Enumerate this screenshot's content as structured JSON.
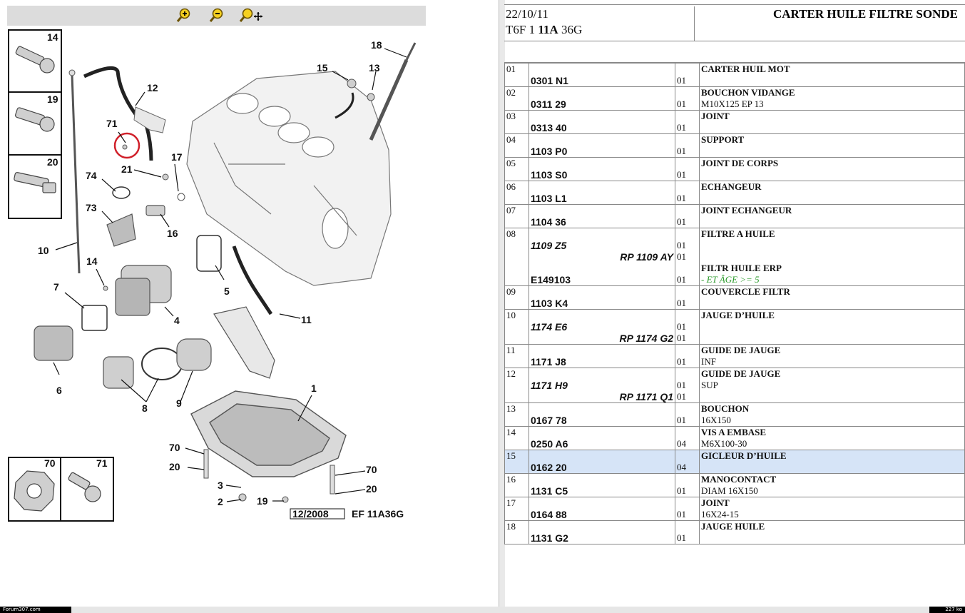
{
  "toolbar": {
    "zoom_in": "zoom-in-icon",
    "zoom_out": "zoom-out-icon",
    "zoom_move": "zoom-pan-icon"
  },
  "diagram": {
    "callouts": [
      "14",
      "19",
      "20",
      "18",
      "15",
      "13",
      "12",
      "71",
      "17",
      "21",
      "74",
      "73",
      "16",
      "10",
      "14",
      "7",
      "4",
      "5",
      "11",
      "6",
      "1",
      "8",
      "9",
      "70",
      "71",
      "70",
      "20",
      "3",
      "2",
      "19",
      "70",
      "20"
    ],
    "ref_date": "12/2008",
    "ref_code": "EF 11A36G"
  },
  "header": {
    "date": "22/10/11",
    "model_prefix": "T6F 1 ",
    "model_bold": "11A",
    "model_suffix": " 36G",
    "title": "CARTER HUILE FILTRE SONDE"
  },
  "parts": [
    {
      "num": "01",
      "alt": "",
      "rp": "",
      "ref": "0301 N1",
      "qty_alt": "",
      "qty_rp": "",
      "qty": "01",
      "desc": "CARTER HUIL MOT",
      "sub": "",
      "desc2": "",
      "green": ""
    },
    {
      "num": "02",
      "alt": "",
      "rp": "",
      "ref": "0311 29",
      "qty_alt": "",
      "qty_rp": "",
      "qty": "01",
      "desc": "BOUCHON VIDANGE",
      "sub": "M10X125 EP 13",
      "desc2": "",
      "green": ""
    },
    {
      "num": "03",
      "alt": "",
      "rp": "",
      "ref": "0313 40",
      "qty_alt": "",
      "qty_rp": "",
      "qty": "01",
      "desc": "JOINT",
      "sub": "",
      "desc2": "",
      "green": ""
    },
    {
      "num": "04",
      "alt": "",
      "rp": "",
      "ref": "1103 P0",
      "qty_alt": "",
      "qty_rp": "",
      "qty": "01",
      "desc": "SUPPORT",
      "sub": "",
      "desc2": "",
      "green": ""
    },
    {
      "num": "05",
      "alt": "",
      "rp": "",
      "ref": "1103 S0",
      "qty_alt": "",
      "qty_rp": "",
      "qty": "01",
      "desc": "JOINT DE CORPS",
      "sub": "",
      "desc2": "",
      "green": ""
    },
    {
      "num": "06",
      "alt": "",
      "rp": "",
      "ref": "1103 L1",
      "qty_alt": "",
      "qty_rp": "",
      "qty": "01",
      "desc": "ECHANGEUR",
      "sub": "",
      "desc2": "",
      "green": ""
    },
    {
      "num": "07",
      "alt": "",
      "rp": "",
      "ref": "1104 36",
      "qty_alt": "",
      "qty_rp": "",
      "qty": "01",
      "desc": "JOINT ECHANGEUR",
      "sub": "",
      "desc2": "",
      "green": ""
    },
    {
      "num": "08",
      "alt": "1109 Z5",
      "rp": "RP 1109 AY",
      "ref": "E149103",
      "qty_alt": "01",
      "qty_rp": "01",
      "qty": "01",
      "desc": "FILTRE A HUILE",
      "sub": "",
      "desc2": "FILTR HUILE ERP",
      "green": "- ET ÂGE >= 5"
    },
    {
      "num": "09",
      "alt": "",
      "rp": "",
      "ref": "1103 K4",
      "qty_alt": "",
      "qty_rp": "",
      "qty": "01",
      "desc": "COUVERCLE FILTR",
      "sub": "",
      "desc2": "",
      "green": ""
    },
    {
      "num": "10",
      "alt": "1174 E6",
      "rp": "RP 1174 G2",
      "ref": "",
      "qty_alt": "01",
      "qty_rp": "01",
      "qty": "",
      "desc": "JAUGE D’HUILE",
      "sub": "",
      "desc2": "",
      "green": ""
    },
    {
      "num": "11",
      "alt": "",
      "rp": "",
      "ref": "1171 J8",
      "qty_alt": "",
      "qty_rp": "",
      "qty": "01",
      "desc": "GUIDE DE JAUGE",
      "sub": "INF",
      "desc2": "",
      "green": ""
    },
    {
      "num": "12",
      "alt": "1171 H9",
      "rp": "RP 1171 Q1",
      "ref": "",
      "qty_alt": "01",
      "qty_rp": "01",
      "qty": "",
      "desc": "GUIDE DE JAUGE",
      "sub": "SUP",
      "desc2": "",
      "green": ""
    },
    {
      "num": "13",
      "alt": "",
      "rp": "",
      "ref": "0167 78",
      "qty_alt": "",
      "qty_rp": "",
      "qty": "01",
      "desc": "BOUCHON",
      "sub": "16X150",
      "desc2": "",
      "green": ""
    },
    {
      "num": "14",
      "alt": "",
      "rp": "",
      "ref": "0250 A6",
      "qty_alt": "",
      "qty_rp": "",
      "qty": "04",
      "desc": "VIS A EMBASE",
      "sub": "M6X100-30",
      "desc2": "",
      "green": ""
    },
    {
      "num": "15",
      "alt": "",
      "rp": "",
      "ref": "0162 20",
      "qty_alt": "",
      "qty_rp": "",
      "qty": "04",
      "desc": "GICLEUR D’HUILE",
      "sub": "",
      "desc2": "",
      "green": "",
      "selected": true
    },
    {
      "num": "16",
      "alt": "",
      "rp": "",
      "ref": "1131 C5",
      "qty_alt": "",
      "qty_rp": "",
      "qty": "01",
      "desc": "MANOCONTACT",
      "sub": "DIAM 16X150",
      "desc2": "",
      "green": ""
    },
    {
      "num": "17",
      "alt": "",
      "rp": "",
      "ref": "0164 88",
      "qty_alt": "",
      "qty_rp": "",
      "qty": "01",
      "desc": "JOINT",
      "sub": "16X24-15",
      "desc2": "",
      "green": ""
    },
    {
      "num": "18",
      "alt": "",
      "rp": "",
      "ref": "1131 G2",
      "qty_alt": "",
      "qty_rp": "",
      "qty": "01",
      "desc": "JAUGE HUILE",
      "sub": "",
      "desc2": "",
      "green": ""
    }
  ],
  "status": {
    "left": "Forum307.com",
    "right": "227 ko"
  },
  "colors": {
    "selected_row": "#d6e4f7",
    "green_note": "#2a9a2a",
    "highlight_circle": "#d0202a"
  }
}
